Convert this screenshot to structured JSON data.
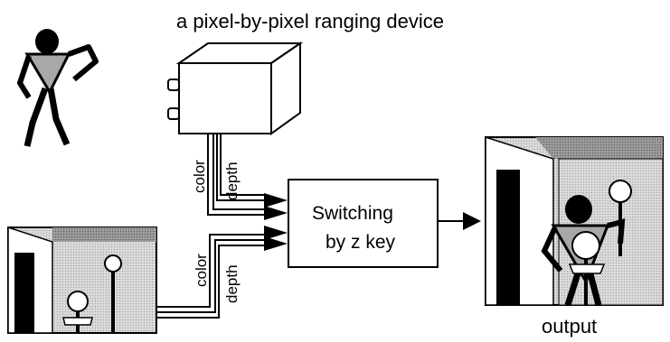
{
  "device_label": "a pixel-by-pixel ranging device",
  "wires": {
    "color_label": "color",
    "depth_label": "depth"
  },
  "switch_box": {
    "line1": "Switching",
    "line2": "by z key"
  },
  "output_label": "output"
}
